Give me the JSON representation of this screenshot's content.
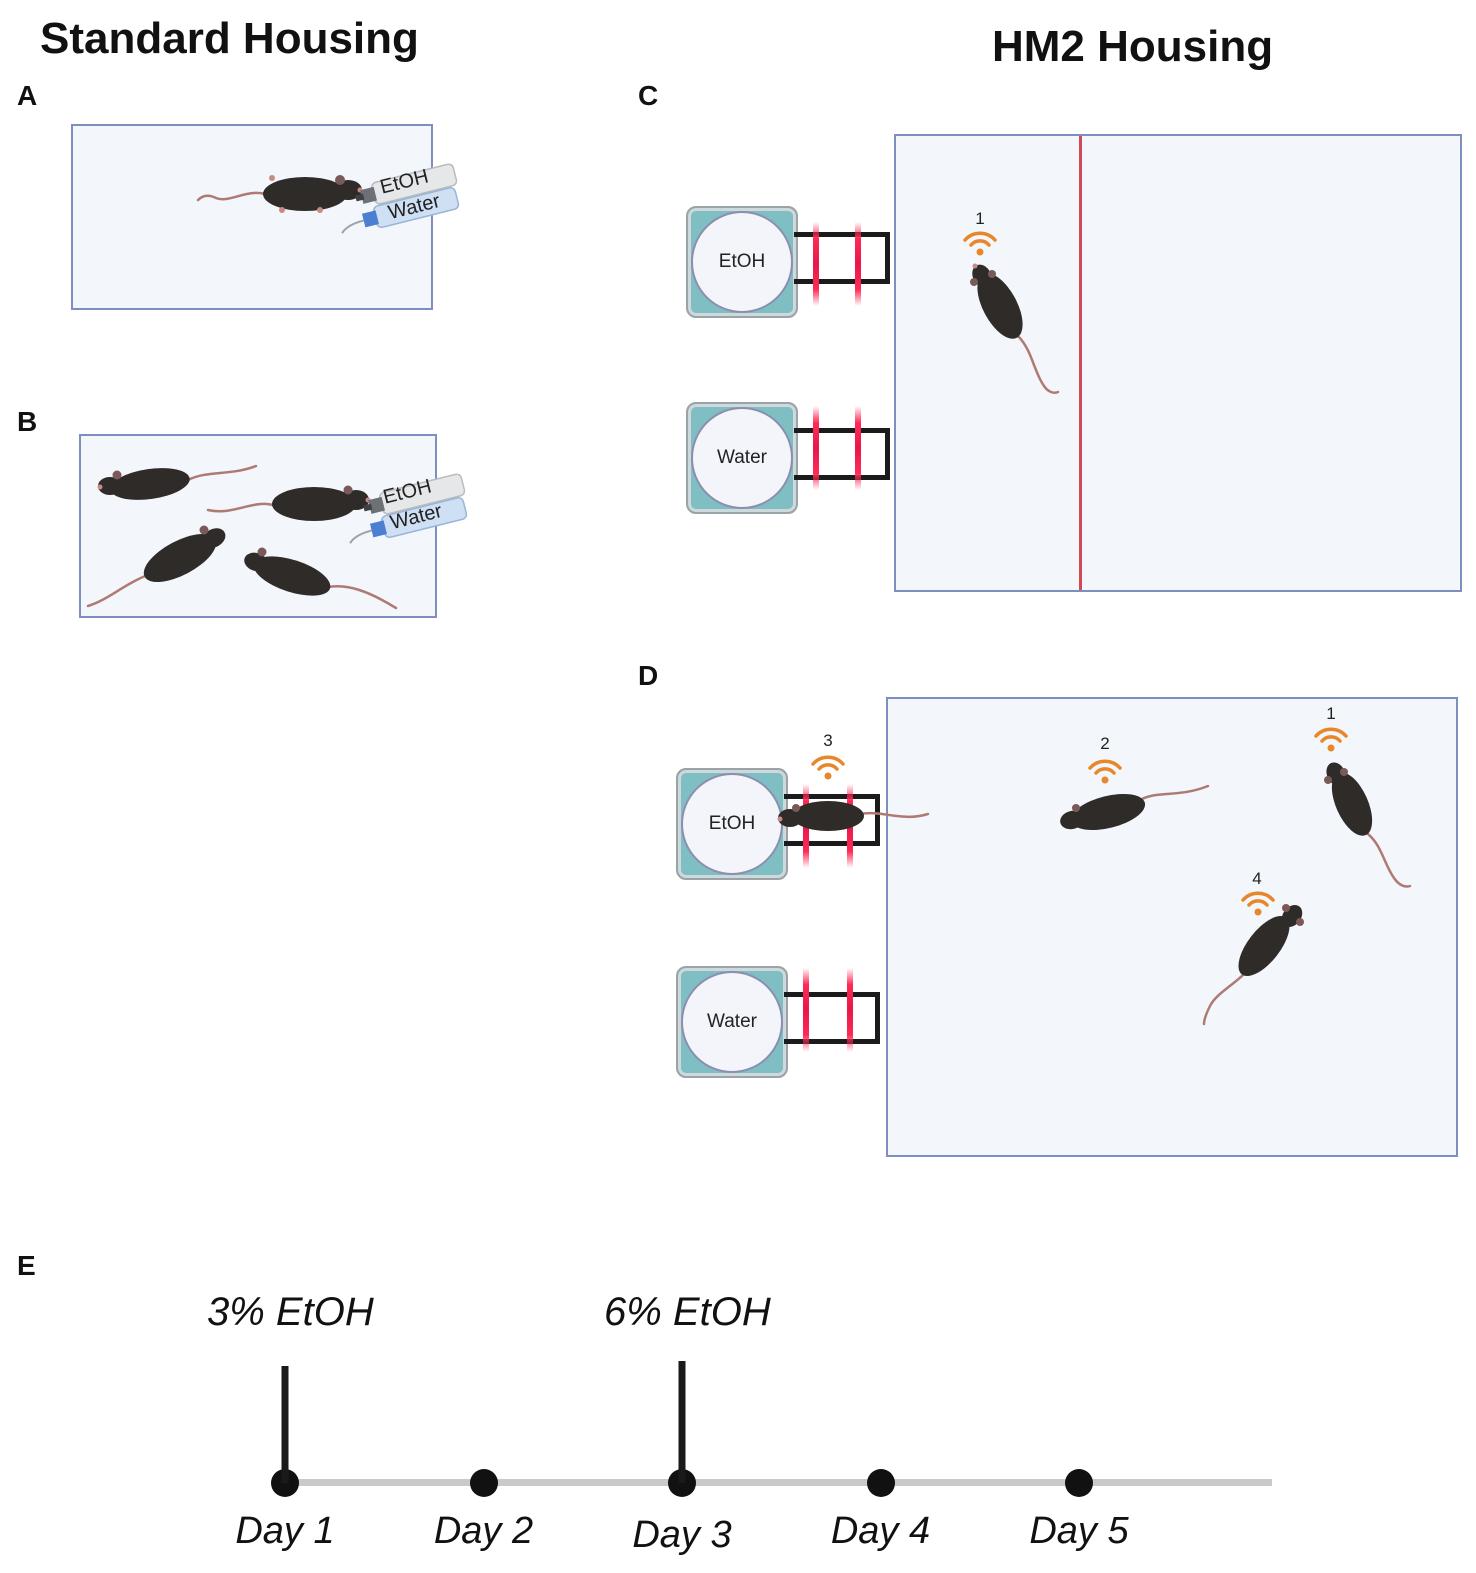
{
  "headings": {
    "standard": "Standard Housing",
    "hm2": "HM2 Housing"
  },
  "panels": {
    "a": "A",
    "b": "B",
    "c": "C",
    "d": "D",
    "e": "E"
  },
  "bottles": {
    "etoh": "EtOH",
    "water": "Water"
  },
  "stations": {
    "etoh": "EtOH",
    "water": "Water"
  },
  "rfid": {
    "c_mouse": "1",
    "d_mouse_3": "3",
    "d_mouse_2": "2",
    "d_mouse_1": "1",
    "d_mouse_4": "4"
  },
  "timeline": {
    "events": [
      {
        "label": "3% EtOH",
        "day_index": 0
      },
      {
        "label": "6% EtOH",
        "day_index": 2
      }
    ],
    "days": [
      "Day 1",
      "Day 2",
      "Day 3",
      "Day 4",
      "Day 5"
    ]
  },
  "colors": {
    "cage_fill": "#f3f6fb",
    "cage_border": "#7c8fbf",
    "station_fill": "#7fbfc4",
    "beam": "#e8174a",
    "rfid": "#e8872a",
    "mouse": "#2f2b29",
    "tail": "#b07a74"
  }
}
